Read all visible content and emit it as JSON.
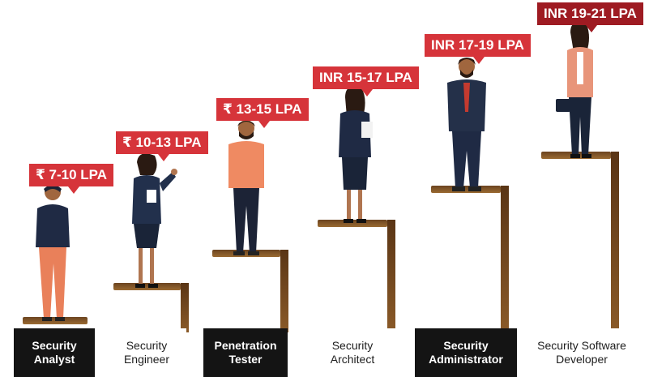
{
  "roles": [
    {
      "title": "Security\nAnalyst",
      "salary": "₹ 7-10 LPA"
    },
    {
      "title": "Security\nEngineer",
      "salary": "₹ 10-13 LPA"
    },
    {
      "title": "Penetration\nTester",
      "salary": "₹ 13-15 LPA"
    },
    {
      "title": "Security\nArchitect",
      "salary": "INR 15-17 LPA"
    },
    {
      "title": "Security\nAdministrator",
      "salary": "INR 17-19 LPA"
    },
    {
      "title": "Security Software\nDeveloper",
      "salary": "INR 19-21 LPA"
    }
  ],
  "colors": {
    "badge": "#d6343a",
    "badge_top": "#9e1b22",
    "label_dark": "#141414"
  }
}
